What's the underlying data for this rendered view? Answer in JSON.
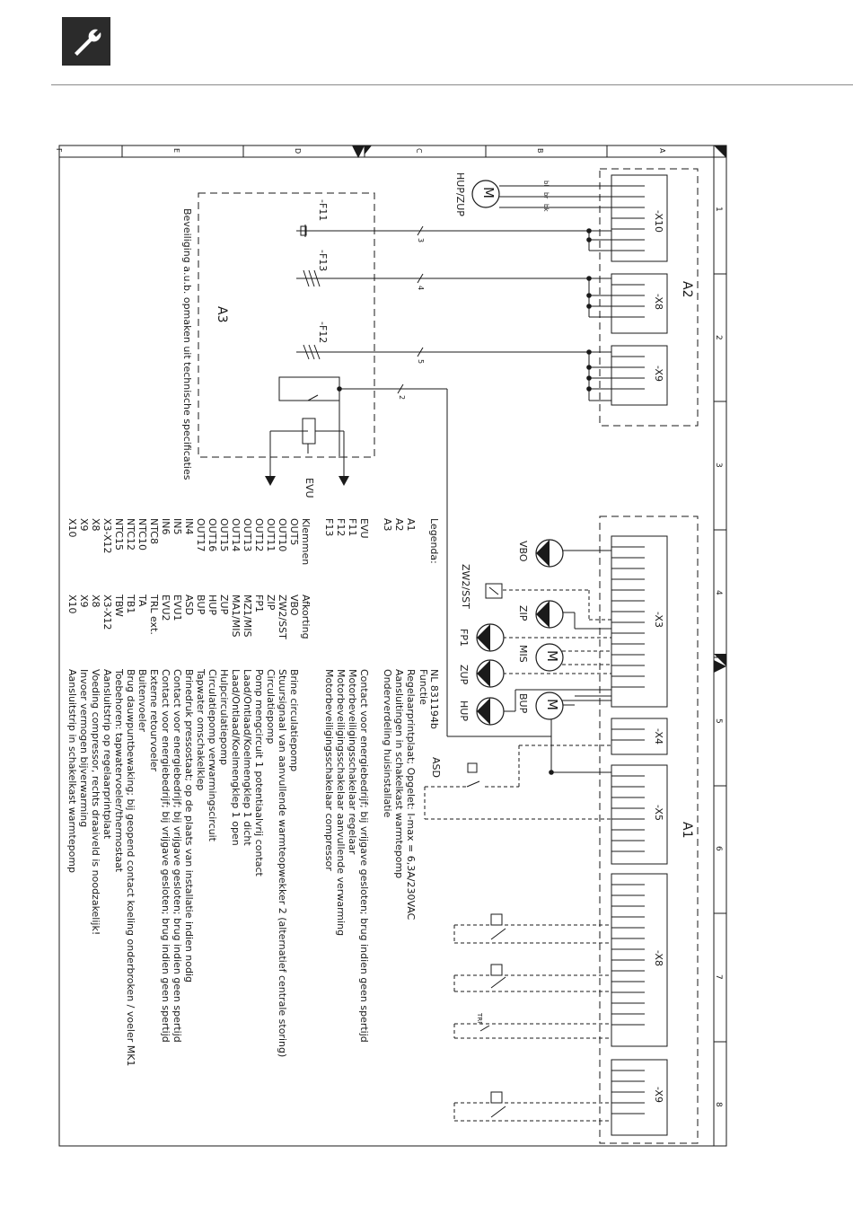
{
  "header": {
    "icon": "wrench-icon"
  },
  "frame": {
    "rows": [
      "A",
      "B",
      "C",
      "D",
      "E",
      "F"
    ],
    "cols": [
      "1",
      "2",
      "3",
      "4",
      "5",
      "6",
      "7",
      "8"
    ]
  },
  "labels": {
    "A2": "A2",
    "A1": "A1",
    "A3": "A3",
    "X10": "-X10",
    "X8": "-X8",
    "X9": "-X9",
    "X3": "-X3",
    "X4": "-X4",
    "X5": "-X5",
    "X8b": "-X8",
    "X9b": "-X9",
    "F11": "-F11",
    "F13": "-F13",
    "F12": "-F12",
    "HUPZUP": "HUP/ZUP",
    "EVU": "EVU",
    "ASD": "ASD",
    "VBO": "VBO",
    "ZW2SST": "ZW2/SST",
    "ZIP": "ZIP",
    "MIS": "MIS",
    "FP1": "FP1",
    "ZUP": "ZUP",
    "BUP": "BUP",
    "HUP": "HUP",
    "TRF": "TRF",
    "wire3": "3",
    "wire4": "4",
    "wire5": "5",
    "wire2": "2",
    "bl": "bl",
    "br": "br",
    "bk": "bk",
    "motorM": "M",
    "a3_note": "Beveiliging a.u.b. opmaken uit technische specificaties"
  },
  "legend": {
    "title": "Legenda:",
    "model": "NL 831194b",
    "rows": [
      {
        "code": "A1",
        "desc": "Regelaarprintplaat; Opgelet: I-max = 6,3A/230VAC"
      },
      {
        "code": "A2",
        "desc": "Aansluitingen in schakelkast warmtepomp"
      },
      {
        "code": "A3",
        "desc": "Onderverdeling huisinstallatie"
      },
      {
        "code": "",
        "desc": ""
      },
      {
        "code": "EVU",
        "desc": "Contact voor energiebedrijf; bij vrijgave gesloten; brug indien geen spertijd"
      },
      {
        "code": "F11",
        "desc": "Motorbeveiligingsschakelaar regelaar"
      },
      {
        "code": "F12",
        "desc": "Motorbeveiligingsschakelaar aanvullende verwarming"
      },
      {
        "code": "F13",
        "desc": "Motorbeveiligingsschakelaar compressor"
      },
      {
        "code": "",
        "desc": ""
      },
      {
        "code": "Klemmen",
        "desc": "Afkorting"
      },
      {
        "code": "OUT5",
        "desc": "VBO"
      },
      {
        "code": "OUT10",
        "desc": "ZW2/SST"
      },
      {
        "code": "OUT11",
        "desc": "ZIP"
      },
      {
        "code": "OUT12",
        "desc": "FP1"
      },
      {
        "code": "OUT13",
        "desc": "MZ1/MIS"
      },
      {
        "code": "OUT14",
        "desc": "MA1/MIS"
      },
      {
        "code": "OUT15",
        "desc": "ZUP"
      },
      {
        "code": "OUT16",
        "desc": "HUP"
      },
      {
        "code": "OUT17",
        "desc": "BUP"
      },
      {
        "code": "IN4",
        "desc": "ASD"
      },
      {
        "code": "IN5",
        "desc": "EVU1"
      },
      {
        "code": "IN6",
        "desc": "EVU2"
      },
      {
        "code": "NTC8",
        "desc": "TRL ext."
      },
      {
        "code": "NTC10",
        "desc": "TA"
      },
      {
        "code": "NTC12",
        "desc": "TB1"
      },
      {
        "code": "NTC15",
        "desc": "TBW"
      },
      {
        "code": "X3-X12",
        "desc": "X3-X12"
      },
      {
        "code": "X8",
        "desc": "X8"
      },
      {
        "code": "X9",
        "desc": "X9"
      },
      {
        "code": "X10",
        "desc": "X10"
      }
    ],
    "functions_title": "Functie",
    "functions": [
      "Brine circulatiepomp",
      "Stuursignaal van aanvullende warmteopwekker 2 (alternatief centrale storing)",
      "Circulatiepomp",
      "Pomp mengcircuit 1 potentiaalvrij contact",
      "Laad/Ontlaad/Koelmengklep 1 dicht",
      "Laad/Ontlaad/Koelmengklep 1 open",
      "Hulpcirculatiepomp",
      "Circulatiepomp verwarmingscircuit",
      "Tapwater omschakelklep",
      "Brinedruk pressostaat; op de plaats van installatie indien nodig",
      "Contact voor energiebedrijf; bij vrijgave gesloten; brug indien geen spertijd",
      "Contact voor energiebedrijf; bij vrijgave gesloten; brug indien geen spertijd",
      "Externe retourvoeler",
      "Buitenvoeler",
      "Brug dauwpuntbewaking; bij geopend contact koeling onderbroken / voeler MK1",
      "Toebehoren: tapwatervoeler/thermostaat",
      "Aansluitstrip op regelaarprintplaat",
      "Voeding compressor, rechts draaiveld is noodzakelijk!",
      "Invoer vermogen bijverwarming",
      "Aansluitstrip in schakelkast warmtepomp"
    ]
  },
  "colors": {
    "ink": "#1a1a1a",
    "icon_bg": "#2b2b2b"
  }
}
